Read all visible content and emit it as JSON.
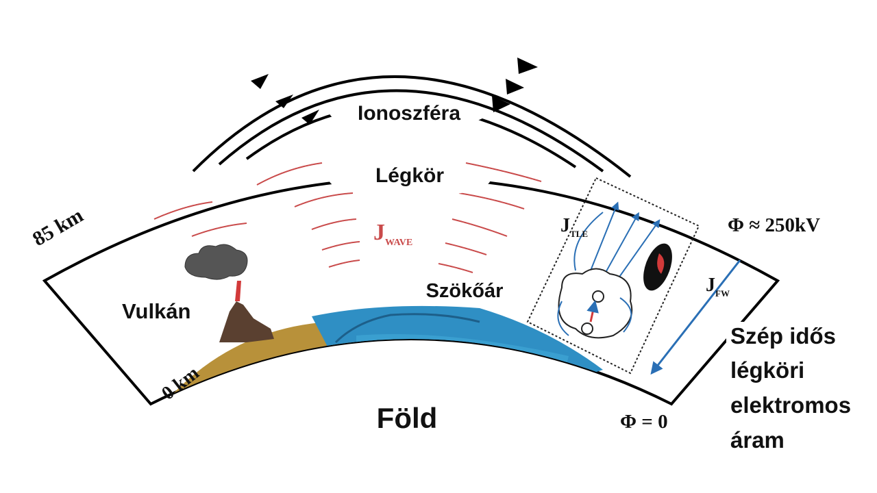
{
  "labels": {
    "ionosphere": "Ionoszféra",
    "atmosphere": "Légkör",
    "jwave": "J",
    "jwave_sub": "WAVE",
    "alt_top": "85 km",
    "alt_bottom": "0 km",
    "volcano": "Vulkán",
    "tsunami": "Szökőár",
    "earth": "Föld",
    "jtle": "J",
    "jtle_sub": "TLE",
    "jfw": "J",
    "jfw_sub": "FW",
    "phi_top": "Φ ≈ 250kV",
    "phi_bottom": "Φ = 0",
    "fair_weather": [
      "Szép idős",
      "légköri",
      "elektromos",
      "áram"
    ]
  },
  "colors": {
    "wave": "#c94a4a",
    "water": "#2f8fc4",
    "land": "#b8913a",
    "field_lines": "#2a6fb5"
  }
}
